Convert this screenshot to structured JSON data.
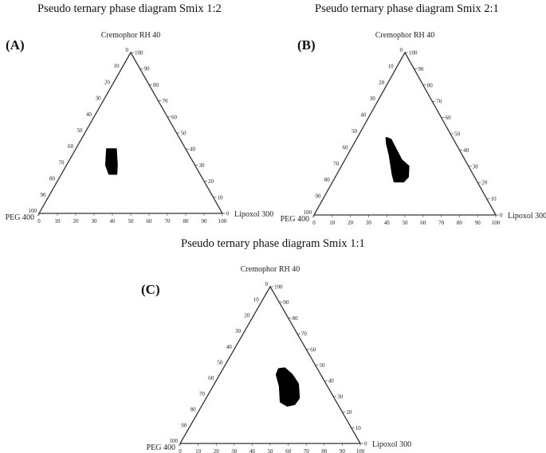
{
  "chart_data": [
    {
      "type": "ternary",
      "panel_label": "(A)",
      "title": "Pseudo ternary phase diagram Smix 1:2",
      "vertices": {
        "top": "Cremophor RH 40",
        "left": "PEG 400",
        "right": "Lipoxol 300"
      },
      "ticks": [
        0,
        10,
        20,
        30,
        40,
        50,
        60,
        70,
        80,
        90,
        100
      ],
      "region_color": "#000000",
      "region": [
        {
          "lipoxol": 17,
          "cremophor": 40
        },
        {
          "lipoxol": 22,
          "cremophor": 40
        },
        {
          "lipoxol": 27.5,
          "cremophor": 30
        },
        {
          "lipoxol": 30,
          "cremophor": 24.5
        },
        {
          "lipoxol": 26,
          "cremophor": 24.5
        },
        {
          "lipoxol": 21.5,
          "cremophor": 30
        }
      ]
    },
    {
      "type": "ternary",
      "panel_label": "(B)",
      "title": "Pseudo ternary phase diagram Smix 2:1",
      "vertices": {
        "top": "Cremophor RH 40",
        "left": "PEG 400",
        "right": "Lipoxol 300"
      },
      "ticks": [
        0,
        10,
        20,
        30,
        40,
        50,
        60,
        70,
        80,
        90,
        100
      ],
      "region_color": "#000000",
      "region": [
        {
          "lipoxol": 16,
          "cremophor": 47.5
        },
        {
          "lipoxol": 19,
          "cremophor": 46.5
        },
        {
          "lipoxol": 31,
          "cremophor": 34
        },
        {
          "lipoxol": 37,
          "cremophor": 30
        },
        {
          "lipoxol": 40,
          "cremophor": 23.5
        },
        {
          "lipoxol": 39,
          "cremophor": 20.5
        },
        {
          "lipoxol": 34,
          "cremophor": 20.5
        },
        {
          "lipoxol": 31,
          "cremophor": 24.5
        },
        {
          "lipoxol": 23,
          "cremophor": 37
        },
        {
          "lipoxol": 18,
          "cremophor": 44
        }
      ]
    },
    {
      "type": "ternary",
      "panel_label": "(C)",
      "title": "Pseudo ternary phase diagram Smix 1:1",
      "vertices": {
        "top": "Cremophor RH 40",
        "left": "PEG 400",
        "right": "Lipoxol 300"
      },
      "ticks": [
        0,
        10,
        20,
        30,
        40,
        50,
        60,
        70,
        80,
        90,
        100
      ],
      "region_color": "#000000",
      "region": [
        {
          "lipoxol": 31,
          "cremophor": 47.5
        },
        {
          "lipoxol": 34,
          "cremophor": 48
        },
        {
          "lipoxol": 40,
          "cremophor": 44
        },
        {
          "lipoxol": 46.5,
          "cremophor": 38
        },
        {
          "lipoxol": 51.5,
          "cremophor": 29
        },
        {
          "lipoxol": 51,
          "cremophor": 25
        },
        {
          "lipoxol": 47.5,
          "cremophor": 24
        },
        {
          "lipoxol": 42.5,
          "cremophor": 26.5
        },
        {
          "lipoxol": 37,
          "cremophor": 36.5
        },
        {
          "lipoxol": 31.5,
          "cremophor": 44
        }
      ]
    }
  ]
}
